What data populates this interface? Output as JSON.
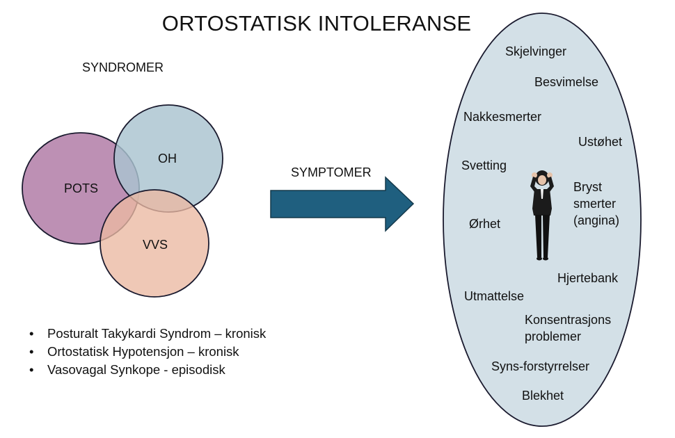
{
  "title": "ORTOSTATISK INTOLERANSE",
  "syndromes_label": "SYNDROMER",
  "symptoms_label": "SYMPTOMER",
  "venn": {
    "pots": "POTS",
    "oh": "OH",
    "vvs": "VVS"
  },
  "syndrome_list": [
    "Posturalt Takykardi Syndrom – kronisk",
    "Ortostatisk Hypotensjon – kronisk",
    "Vasovagal Synkope - episodisk"
  ],
  "symptoms": [
    "Skjelvinger",
    "Besvimelse",
    "Nakkesmerter",
    "Ustøhet",
    "Svetting",
    "Bryst smerter (angina)",
    "Ørhet",
    "Hjertebank",
    "Utmattelse",
    "Konsentrasjons problemer",
    "Syns-forstyrrelser",
    "Blekhet"
  ],
  "colors": {
    "pots_fill": "#b98ab0",
    "oh_fill": "#a9c3cf",
    "vvs_fill": "#eab9a2",
    "arrow_fill": "#1f5f7f",
    "ellipse_fill": "#d3e0e7",
    "stroke": "#1a1a2e"
  }
}
